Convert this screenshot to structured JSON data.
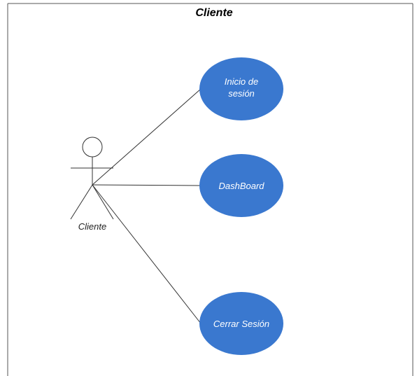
{
  "diagram": {
    "title": "Cliente",
    "actor": {
      "name": "Cliente"
    },
    "use_cases": [
      {
        "lines": [
          "Inicio de",
          "sesión"
        ]
      },
      {
        "lines": [
          "DashBoard"
        ]
      },
      {
        "lines": [
          "Cerrar Sesión"
        ]
      }
    ],
    "colors": {
      "use_case_fill": "#3a78cf",
      "line": "#333333",
      "frame": "#555555"
    }
  }
}
